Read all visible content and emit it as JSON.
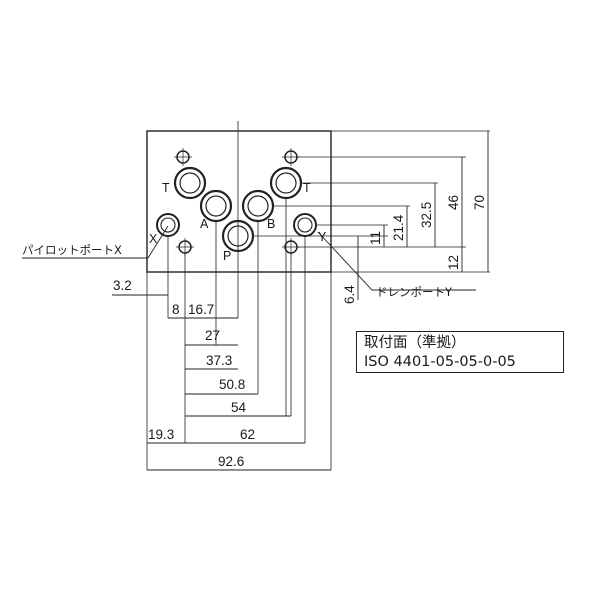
{
  "ports": {
    "t_left": "T",
    "t_right": "T",
    "a": "A",
    "b": "B",
    "p": "P",
    "x": "X",
    "y": "Y"
  },
  "callouts": {
    "pilot_port": "パイロットポートX",
    "drain_port": "ドレンポートY"
  },
  "horizontal_dims": {
    "d3_2": "3.2",
    "d8": "8",
    "d16_7": "16.7",
    "d27": "27",
    "d37_3": "37.3",
    "d50_8": "50.8",
    "d54": "54",
    "d19_3": "19.3",
    "d62": "62",
    "d92_6": "92.6"
  },
  "vertical_dims": {
    "d70": "70",
    "d46": "46",
    "d32_5": "32.5",
    "d21_4": "21.4",
    "d11": "11",
    "d12": "12",
    "d6_4": "6.4"
  },
  "standard": {
    "title": "取付面（準拠）",
    "code": "ISO 4401-05-05-0-05"
  }
}
